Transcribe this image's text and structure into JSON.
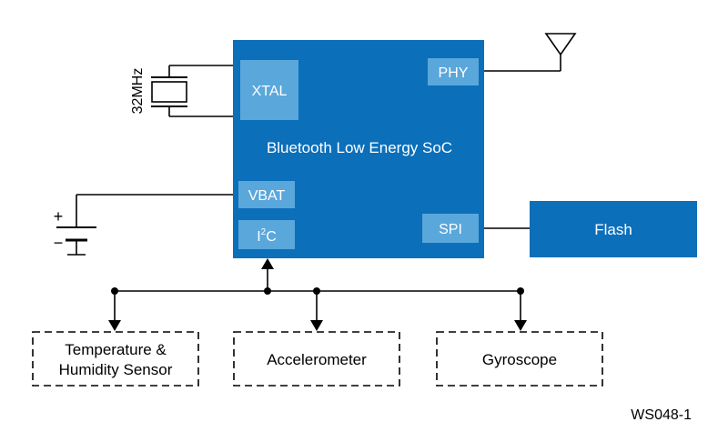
{
  "soc": {
    "title": "Bluetooth Low Energy SoC",
    "pins": {
      "xtal": "XTAL",
      "phy": "PHY",
      "vbat": "VBAT",
      "i2c_prefix": "I",
      "i2c_sup": "2",
      "i2c_suffix": "C",
      "spi": "SPI"
    }
  },
  "crystal_label": "32MHz",
  "battery": {
    "plus": "+",
    "minus": "−"
  },
  "flash_label": "Flash",
  "sensors": {
    "temperature_line1": "Temperature &",
    "temperature_line2": "Humidity Sensor",
    "accelerometer": "Accelerometer",
    "gyroscope": "Gyroscope"
  },
  "figure_id": "WS048-1",
  "colors": {
    "soc_fill": "#0b6fba",
    "pin_fill": "#5aa7dc",
    "flash_fill": "#0b6fba",
    "line": "#000000"
  }
}
